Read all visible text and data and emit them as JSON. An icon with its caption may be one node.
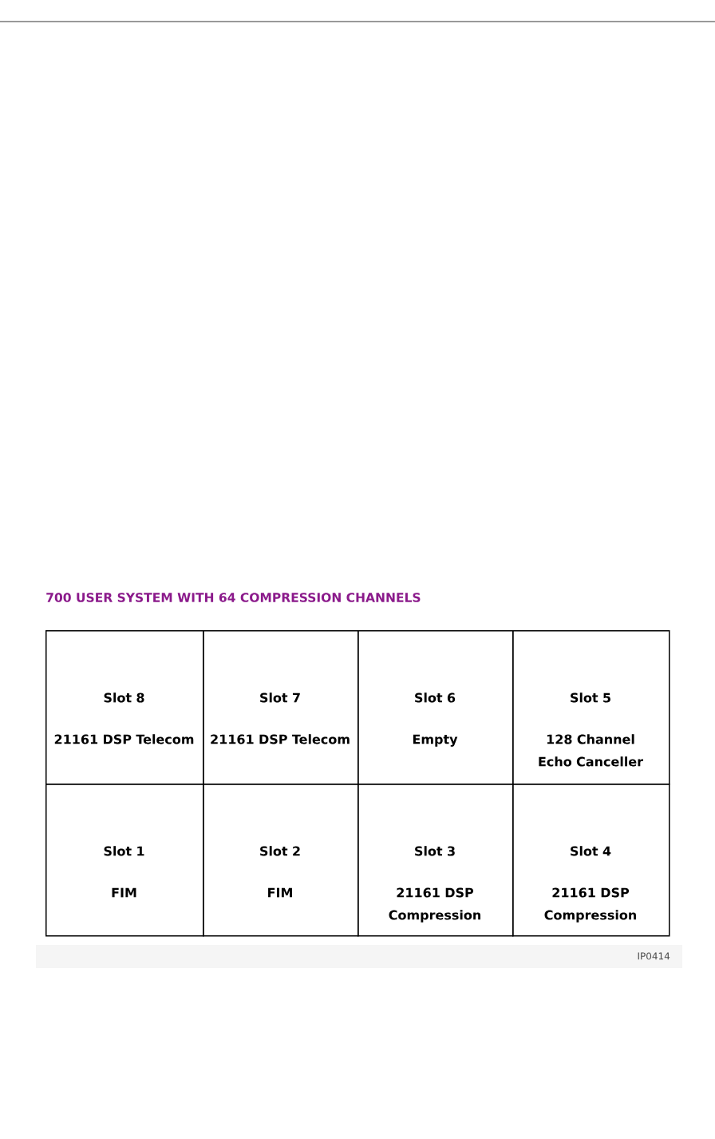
{
  "diagram": {
    "title": "700 USER SYSTEM WITH 64 COMPRESSION CHANNELS",
    "nodes": [
      {
        "text": [
          "Slot 8",
          "21161 DSP Telecom"
        ]
      },
      {
        "text": [
          "Slot 7",
          "21161 DSP Telecom"
        ]
      },
      {
        "text": [
          "Slot 6",
          "Empty"
        ]
      },
      {
        "text": [
          "Slot 5",
          "128 Channel Echo Canceller"
        ]
      },
      {
        "text": [
          "Slot 1",
          "FIM"
        ]
      },
      {
        "text": [
          "Slot 2",
          "FIM"
        ]
      },
      {
        "text": [
          "Slot 3",
          "21161 DSP Compression"
        ]
      },
      {
        "text": [
          "Slot 4",
          "21161 DSP Compression"
        ]
      }
    ],
    "labels": [
      "IP0414"
    ]
  }
}
